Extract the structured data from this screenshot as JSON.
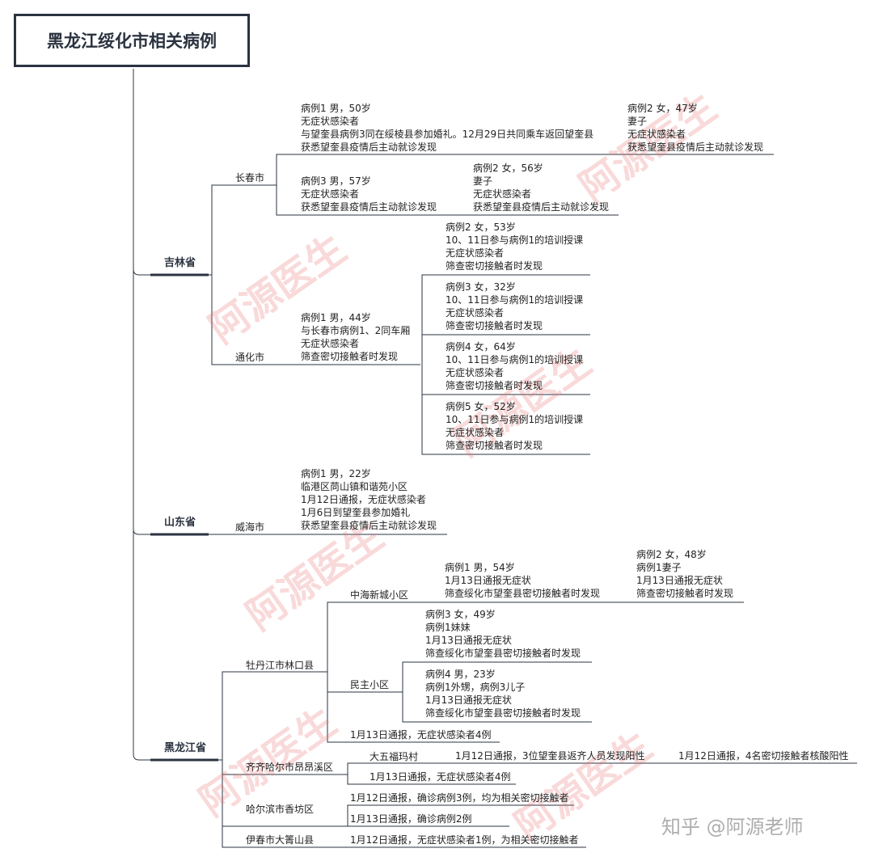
{
  "title": "黑龙江绥化市相关病例",
  "provinces": {
    "jilin": "吉林省",
    "shandong": "山东省",
    "heilongjiang": "黑龙江省"
  },
  "cities": {
    "changchun": "长春市",
    "tonghua": "通化市",
    "weihai": "威海市",
    "mudanjiang": "牡丹江市林口县",
    "qiqihar": "齐齐哈尔市昂昂溪区",
    "harbin": "哈尔滨市香坊区",
    "yichun": "伊春市大箐山县"
  },
  "communities": {
    "zhonghai": "中海新城小区",
    "minzhu": "民主小区",
    "dawu": "大五福玛村"
  },
  "nodes": {
    "cc1": [
      "病例1 男，50岁",
      "无症状感染者",
      "与望奎县病例3同在绥棱县参加婚礼。12月29日共同乘车返回望奎县",
      "获悉望奎县疫情后主动就诊发现"
    ],
    "cc1b": [
      "病例2 女，47岁",
      "妻子",
      "无症状感染者",
      "获悉望奎县疫情后主动就诊发现"
    ],
    "cc3": [
      "病例3 男，57岁",
      "无症状感染者",
      "获悉望奎县疫情后主动就诊发现"
    ],
    "cc3b": [
      "病例2 女，56岁",
      "妻子",
      "无症状感染者",
      "获悉望奎县疫情后主动就诊发现"
    ],
    "th1": [
      "病例1 男，44岁",
      "与长春市病例1、2同车厢",
      "无症状感染者",
      "筛查密切接触者时发现"
    ],
    "th2": [
      "病例2 女，53岁",
      "10、11日参与病例1的培训授课",
      "无症状感染者",
      "筛查密切接触者时发现"
    ],
    "th3": [
      "病例3 女，32岁",
      "10、11日参与病例1的培训授课",
      "无症状感染者",
      "筛查密切接触者时发现"
    ],
    "th4": [
      "病例4 女，64岁",
      "10、11日参与病例1的培训授课",
      "无症状感染者",
      "筛查密切接触者时发现"
    ],
    "th5": [
      "病例5 女，52岁",
      "10、11日参与病例1的培训授课",
      "无症状感染者",
      "筛查密切接触者时发现"
    ],
    "wh1": [
      "病例1 男，22岁",
      "临港区苘山镇和谐苑小区",
      "1月12日通报，无症状感染者",
      "1月6日到望奎县参加婚礼",
      "获悉望奎县疫情后主动就诊发现"
    ],
    "zh1": [
      "病例1 男，54岁",
      "1月13日通报无症状",
      "筛查绥化市望奎县密切接触者时发现"
    ],
    "zh2": [
      "病例2 女，48岁",
      "病例1妻子",
      "1月13日通报无症状",
      "筛查密切接触者时发现"
    ],
    "mz3": [
      "病例3 女，49岁",
      "病例1妹妹",
      "1月13日通报无症状",
      "筛查绥化市望奎县密切接触者时发现"
    ],
    "mz4": [
      "病例4 男，23岁",
      "病例1外甥，病例3儿子",
      "1月13日通报无症状",
      "筛查绥化市望奎县密切接触者时发现"
    ],
    "mdj_note": "1月13日通报，无症状感染者4例",
    "qq_a": "1月12日通报，3位望奎县返齐人员发现阳性",
    "qq_b": "1月12日通报，4名密切接触者核酸阳性",
    "qq_c": "1月13日通报，无症状感染者4例",
    "hb_a": "1月12日通报，确诊病例3例，均为相关密切接触者",
    "hb_b": "1月13日通报，确诊病例2例",
    "yc_a": "1月12日通报，无症状感染者1例，为相关密切接触者"
  },
  "watermark": "阿源医生",
  "credit": "知乎 @阿源老师",
  "colors": {
    "line": "#2b3340",
    "watermark": "#eb7878"
  }
}
